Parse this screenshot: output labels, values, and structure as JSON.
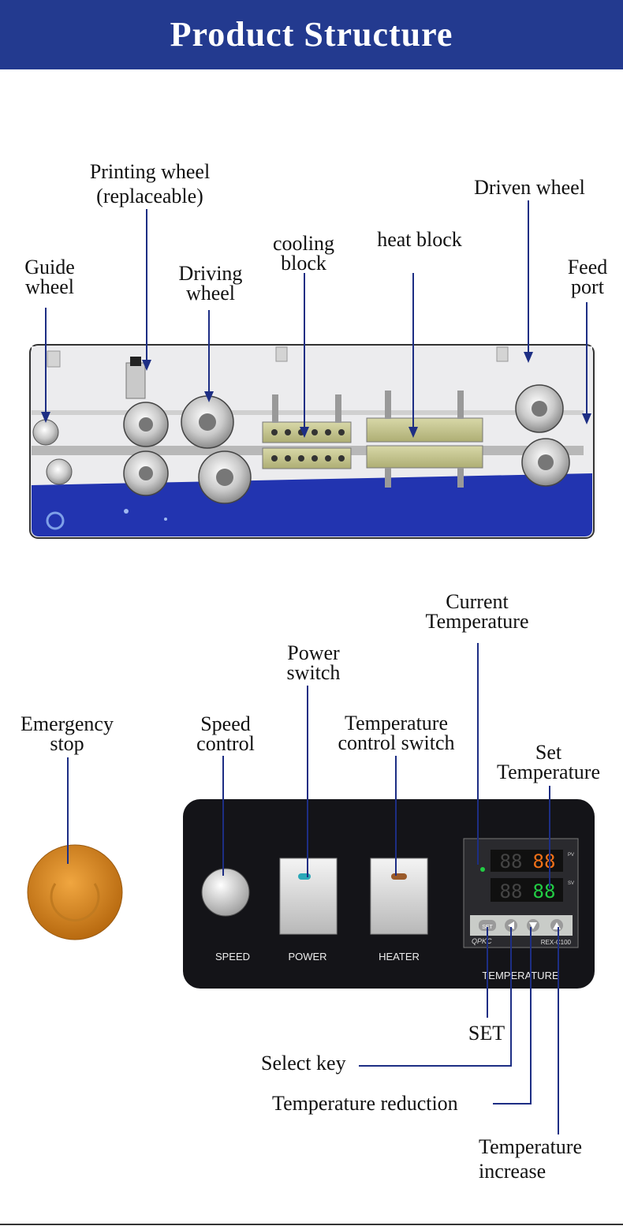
{
  "header": {
    "title": "Product Structure"
  },
  "machine_labels": {
    "printing_wheel_line1": "Printing wheel",
    "printing_wheel_line2": "(replaceable)",
    "driven_wheel": "Driven wheel",
    "guide_wheel_line1": "Guide",
    "guide_wheel_line2": "wheel",
    "driving_wheel_line1": "Driving",
    "driving_wheel_line2": "wheel",
    "cooling_block_line1": "cooling",
    "cooling_block_line2": "block",
    "heat_block": "heat block",
    "feed_port_line1": "Feed",
    "feed_port_line2": "port"
  },
  "panel_labels": {
    "current_temp_line1": "Current",
    "current_temp_line2": "Temperature",
    "power_switch_line1": "Power",
    "power_switch_line2": "switch",
    "emergency_stop_line1": "Emergency",
    "emergency_stop_line2": "stop",
    "speed_control_line1": "Speed",
    "speed_control_line2": "control",
    "temp_control_line1": "Temperature",
    "temp_control_line2": "control switch",
    "set_temp_line1": "Set",
    "set_temp_line2": "Temperature",
    "set_key": "SET",
    "select_key": "Select key",
    "temp_reduction": "Temperature reduction",
    "temp_increase_line1": "Temperature",
    "temp_increase_line2": "increase"
  },
  "panel_print": {
    "speed": "SPEED",
    "power": "POWER",
    "heater": "HEATER",
    "temperature": "TEMPERATURE",
    "brand": "QPKC",
    "model": "REX-C100",
    "set_btn": "SET",
    "pv": "PV",
    "sv": "SV"
  },
  "colors": {
    "header": "#233a8f",
    "line": "#1d2e84",
    "panel": "#141418",
    "emergency_button": "#d98a1e",
    "machine_base": "#2030a8"
  }
}
